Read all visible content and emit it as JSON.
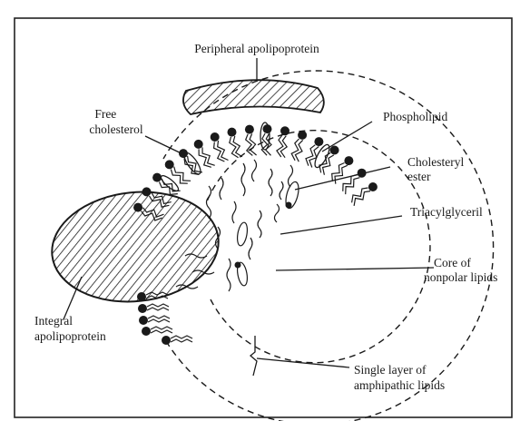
{
  "labels": {
    "peripheral_apolipoprotein": "Peripheral apolipoprotein",
    "free_cholesterol_1": "Free",
    "free_cholesterol_2": "cholesterol",
    "phospholipid": "Phospholipid",
    "cholesteryl_ester_1": "Cholesteryl",
    "cholesteryl_ester_2": "ester",
    "triacylglyceril": "Triacylglyceril",
    "core_1": "Core of",
    "core_2": "nonpolar lipids",
    "integral_1": "Integral",
    "integral_2": "apolipoprotein",
    "single_layer_1": "Single layer of",
    "single_layer_2": "amphipathic lipids"
  },
  "colors": {
    "ink": "#1a1a1a",
    "background": "#ffffff",
    "frame": "#222222"
  }
}
